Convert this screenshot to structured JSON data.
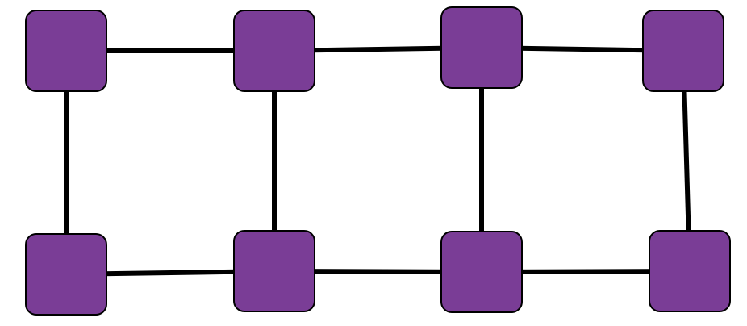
{
  "diagram": {
    "type": "grid-graph",
    "rows": 2,
    "columns": 4,
    "colors": {
      "node_fill": "#7a3d96",
      "node_border": "#000000",
      "edge": "#000000",
      "background": "#ffffff"
    },
    "nodes": [
      {
        "row": 0,
        "col": 0
      },
      {
        "row": 0,
        "col": 1
      },
      {
        "row": 0,
        "col": 2
      },
      {
        "row": 0,
        "col": 3
      },
      {
        "row": 1,
        "col": 0
      },
      {
        "row": 1,
        "col": 1
      },
      {
        "row": 1,
        "col": 2
      },
      {
        "row": 1,
        "col": 3
      }
    ],
    "edges": [
      {
        "from": 0,
        "to": 1
      },
      {
        "from": 1,
        "to": 2
      },
      {
        "from": 2,
        "to": 3
      },
      {
        "from": 4,
        "to": 5
      },
      {
        "from": 5,
        "to": 6
      },
      {
        "from": 6,
        "to": 7
      },
      {
        "from": 0,
        "to": 4
      },
      {
        "from": 1,
        "to": 5
      },
      {
        "from": 2,
        "to": 6
      },
      {
        "from": 3,
        "to": 7
      }
    ]
  }
}
